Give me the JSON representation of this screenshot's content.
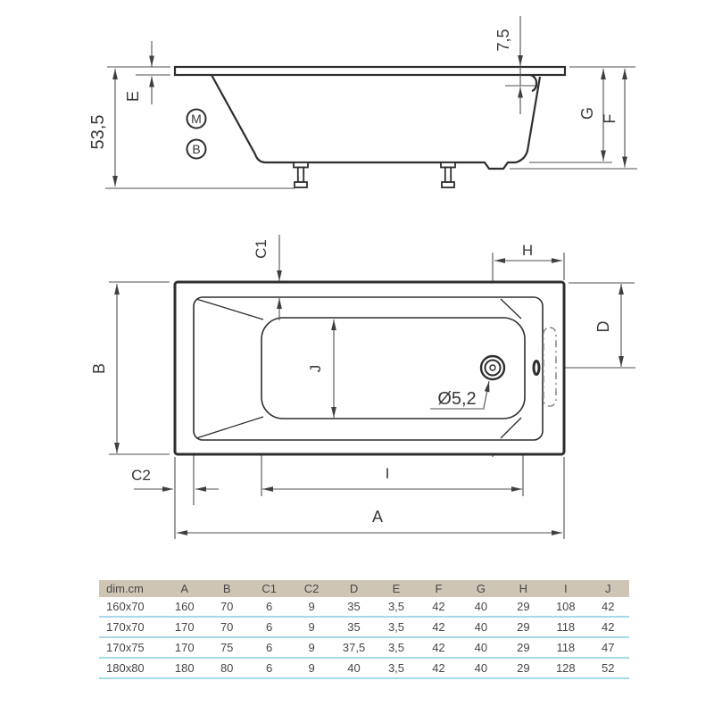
{
  "colors": {
    "outline": "#2e2e2e",
    "dimension_lines": "#4f4f4f",
    "labels": "#383838",
    "table_header_bg": "#cfc5b5",
    "table_divider": "#a6d9e7",
    "table_text": "#464646"
  },
  "side_view": {
    "labels": {
      "total_height": "53,5",
      "rim_thickness_front": "E",
      "rim_drop_back": "7,5",
      "depth_to_floor": "G",
      "overall_depth": "F",
      "marker_m": "M",
      "marker_b": "B"
    }
  },
  "top_view": {
    "labels": {
      "overall_length": "A",
      "overall_width": "B",
      "rim_offset_top": "C1",
      "rim_offset_side": "C2",
      "drain_offset_side": "D",
      "drain_offset_end": "H",
      "basin_length": "I",
      "basin_width": "J",
      "drain_diameter": "Ø5,2"
    }
  },
  "table": {
    "columns": [
      "dim.cm",
      "A",
      "B",
      "C1",
      "C2",
      "D",
      "E",
      "F",
      "G",
      "H",
      "I",
      "J"
    ],
    "rows": [
      [
        "160x70",
        "160",
        "70",
        "6",
        "9",
        "35",
        "3,5",
        "42",
        "40",
        "29",
        "108",
        "42"
      ],
      [
        "170x70",
        "170",
        "70",
        "6",
        "9",
        "35",
        "3,5",
        "42",
        "40",
        "29",
        "118",
        "42"
      ],
      [
        "170x75",
        "170",
        "75",
        "6",
        "9",
        "37,5",
        "3,5",
        "42",
        "40",
        "29",
        "118",
        "47"
      ],
      [
        "180x80",
        "180",
        "80",
        "6",
        "9",
        "40",
        "3,5",
        "42",
        "40",
        "29",
        "128",
        "52"
      ]
    ]
  }
}
